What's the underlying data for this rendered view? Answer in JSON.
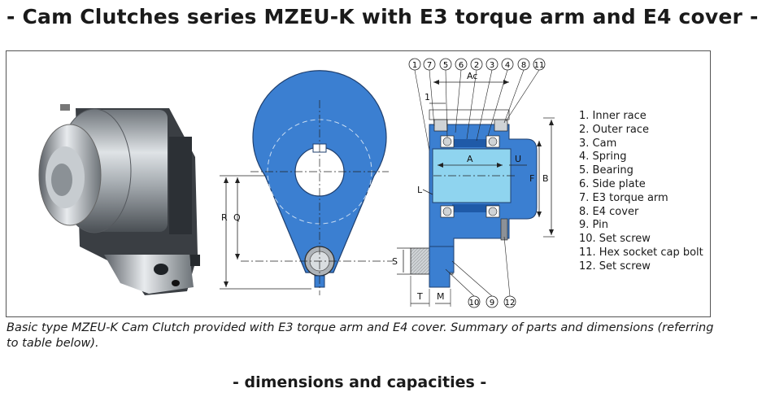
{
  "header": {
    "title": "- Cam Clutches series MZEU-K with E3 torque arm and E4 cover -"
  },
  "figure": {
    "callouts": [
      "1",
      "7",
      "5",
      "6",
      "2",
      "3",
      "4",
      "8",
      "11"
    ],
    "bottom_callouts": [
      "10",
      "9",
      "12"
    ],
    "dimension_labels": {
      "ac": "Ac",
      "one": "1",
      "a": "A",
      "u": "U",
      "f": "F",
      "b": "B",
      "l": "L",
      "r": "R",
      "q": "Q",
      "s": "S",
      "t": "T",
      "m": "M"
    },
    "parts": [
      "1. Inner race",
      "2. Outer race",
      "3. Cam",
      "4. Spring",
      "5. Bearing",
      "6. Side plate",
      "7. E3 torque arm",
      "8. E4 cover",
      "9. Pin",
      "10. Set screw",
      "11. Hex socket cap bolt",
      "12. Set screw"
    ],
    "colors": {
      "blue": "#3b7fd1",
      "light_blue": "#8fd4ef",
      "dark_blue": "#1f5aa8",
      "steel": "#9aa0a6"
    }
  },
  "caption": "Basic type MZEU-K Cam Clutch provided with E3 torque arm and E4 cover. Summary of parts and dimensions (referring to table below).",
  "section": {
    "subtitle": "- dimensions and capacities -"
  }
}
